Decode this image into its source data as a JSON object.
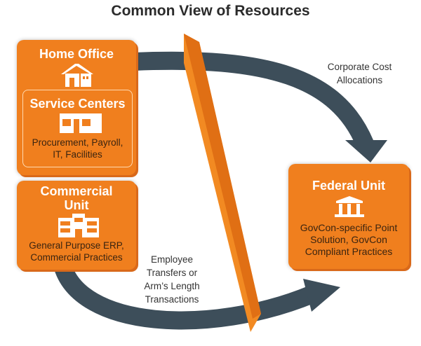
{
  "title": "Common View of Resources",
  "home_office": {
    "heading": "Home Office",
    "icon": "house-icon"
  },
  "service_centers": {
    "heading": "Service Centers",
    "icon": "storefront-icon",
    "text_line1": "Procurement, Payroll,",
    "text_line2": "IT, Facilities"
  },
  "commercial_unit": {
    "heading_line1": "Commercial",
    "heading_line2": "Unit",
    "icon": "office-building-icon",
    "text_line1": "General Purpose ERP,",
    "text_line2": "Commercial Practices"
  },
  "federal_unit": {
    "heading": "Federal Unit",
    "icon": "government-building-icon",
    "text_line1": "GovCon-specific Point",
    "text_line2": "Solution, GovCon",
    "text_line3": "Compliant Practices"
  },
  "top_arrow_label": {
    "line1": "Corporate Cost",
    "line2": "Allocations"
  },
  "bottom_arrow_label": {
    "line1": "Employee",
    "line2": "Transfers or",
    "line3": "Arm’s Length",
    "line4": "Transactions"
  },
  "colors": {
    "orange": "#f07f1e",
    "arrow": "#3d4e5a",
    "wall": "#f28a22"
  }
}
